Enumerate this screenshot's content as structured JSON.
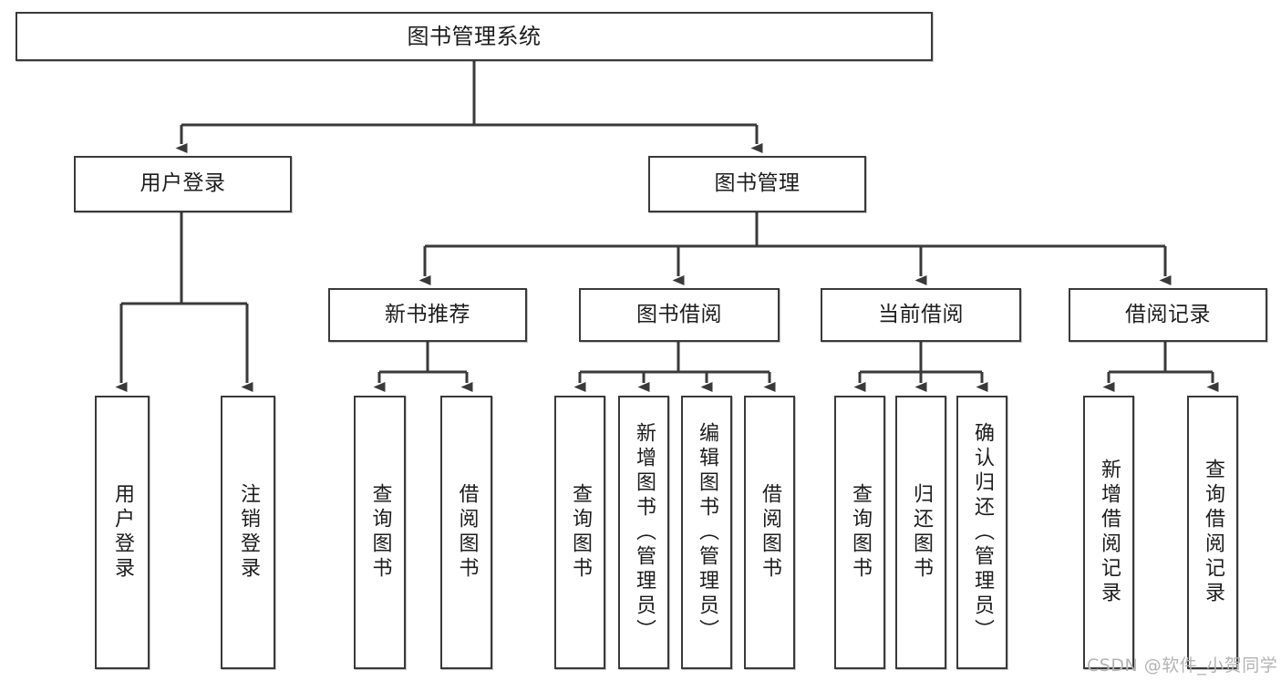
{
  "diagram": {
    "type": "tree-hierarchy-chart",
    "title": "图书管理系统",
    "watermark": "CSDN @软件_小贺同学",
    "colors": {
      "box_border": "#3a3a3a",
      "box_fill": "#ffffff",
      "connector": "#3a3a3a",
      "text": "#1d1d1d",
      "watermark": "#b4b4b4"
    },
    "nodes": {
      "root": {
        "label": "图书管理系统"
      },
      "level2": [
        {
          "id": "user-login",
          "label": "用户登录"
        },
        {
          "id": "book-manage",
          "label": "图书管理"
        }
      ],
      "level3": [
        {
          "id": "new-book-recommend",
          "label": "新书推荐"
        },
        {
          "id": "book-borrow",
          "label": "图书借阅"
        },
        {
          "id": "current-borrow",
          "label": "当前借阅"
        },
        {
          "id": "borrow-record",
          "label": "借阅记录"
        }
      ],
      "leaves": {
        "user_login": [
          {
            "id": "leaf-user-login",
            "label": "用户登录"
          },
          {
            "id": "leaf-user-logout",
            "label": "注销登录"
          }
        ],
        "new_book_recommend": [
          {
            "id": "leaf-query-book-1",
            "label": "查询图书"
          },
          {
            "id": "leaf-borrow-book-1",
            "label": "借阅图书"
          }
        ],
        "book_borrow": [
          {
            "id": "leaf-query-book-2",
            "label": "查询图书"
          },
          {
            "id": "leaf-add-book",
            "label": "新增图书（管理员）"
          },
          {
            "id": "leaf-edit-book",
            "label": "编辑图书（管理员）"
          },
          {
            "id": "leaf-borrow-book-2",
            "label": "借阅图书"
          }
        ],
        "current_borrow": [
          {
            "id": "leaf-query-book-3",
            "label": "查询图书"
          },
          {
            "id": "leaf-return-book",
            "label": "归还图书"
          },
          {
            "id": "leaf-confirm-return",
            "label": "确认归还（管理员）"
          }
        ],
        "borrow_record": [
          {
            "id": "leaf-add-record",
            "label": "新增借阅记录"
          },
          {
            "id": "leaf-query-record",
            "label": "查询借阅记录"
          }
        ]
      }
    }
  }
}
